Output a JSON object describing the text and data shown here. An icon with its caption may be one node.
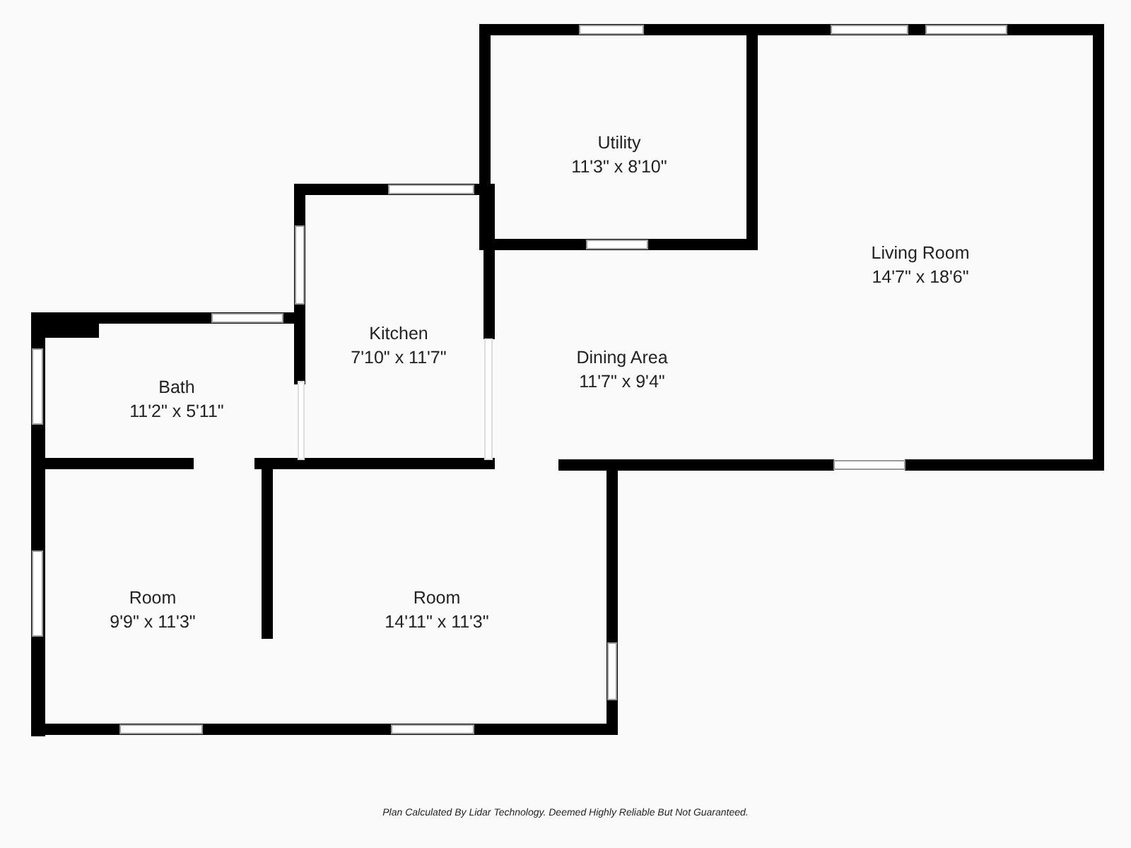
{
  "diagram": {
    "caption": "Plan Calculated By Lidar Technology. Deemed Highly Reliable But Not Guaranteed.",
    "nodes": [
      {
        "text": [
          "Utility",
          "11'3\" x 8'10\""
        ]
      },
      {
        "text": [
          "Living Room",
          "14'7\" x 18'6\""
        ]
      },
      {
        "text": [
          "Kitchen",
          "7'10\" x 11'7\""
        ]
      },
      {
        "text": [
          "Dining Area",
          "11'7\" x 9'4\""
        ]
      },
      {
        "text": [
          "Bath",
          "11'2\" x 5'11\""
        ]
      },
      {
        "text": [
          "Room",
          "9'9\" x 11'3\""
        ]
      },
      {
        "text": [
          "Room",
          "14'11\" x 11'3\""
        ]
      }
    ]
  }
}
